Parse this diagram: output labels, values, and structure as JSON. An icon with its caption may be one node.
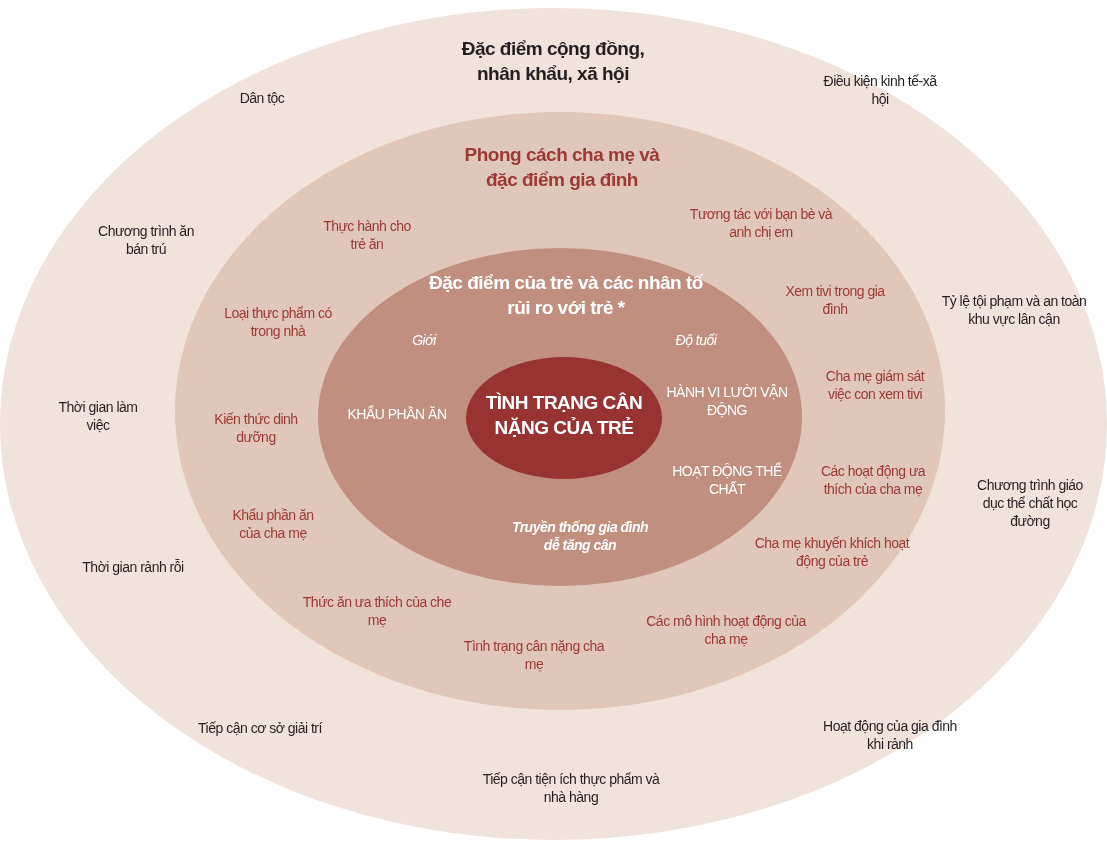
{
  "diagram": {
    "nodes": [
      {
        "text": [
          "Đặc điểm cộng đồng, nhân khẩu, xã hội",
          "Dân tộc",
          "Điều kiện kinh tế-xã hội",
          "Chương trình ăn bán trú",
          "Tỷ lệ tội phạm và an toàn khu vực lân cận",
          "Thời gian làm việc",
          "Chương trình giáo dục thể chất học đường",
          "Thời gian rảnh rỗi",
          "Tiếp cận cơ sở giải trí",
          "Hoạt động của gia đình khi rảnh",
          "Tiếp cận tiện ích thực phẩm và nhà hàng"
        ]
      },
      {
        "text": [
          "Phong cách cha mẹ và đặc điểm gia đình",
          "Thực hành cho trẻ ăn",
          "Tương tác với bạn bè và anh chị em",
          "Loại thực phẩm có trong nhà",
          "Xem tivi trong gia đình",
          "Cha mẹ giám sát việc con xem tivi",
          "Kiến thức dinh dưỡng",
          "Các hoạt động ưa thích của cha mẹ",
          "Khẩu phần ăn của cha mẹ",
          "Cha mẹ khuyến khích hoạt động của trẻ",
          "Thức ăn ưa thích của che mẹ",
          "Các mô hình hoạt động của cha mẹ",
          "Tình trạng cân nặng cha mẹ"
        ],
        "in": 0
      },
      {
        "text": [
          "Đặc điểm của trẻ và các nhân tố rủi ro với trẻ *",
          "Giới",
          "Độ tuổi",
          "KHẨU PHẦN ĂN",
          "HÀNH VI LƯỜI VẬN ĐỘNG",
          "HOẠT ĐỘNG THỂ CHẤT",
          "Truyền thống gia đình dễ tăng cân"
        ],
        "in": 1
      },
      {
        "text": [
          "TÌNH TRẠNG CÂN NẶNG CỦA TRẺ"
        ],
        "in": 2
      }
    ]
  }
}
